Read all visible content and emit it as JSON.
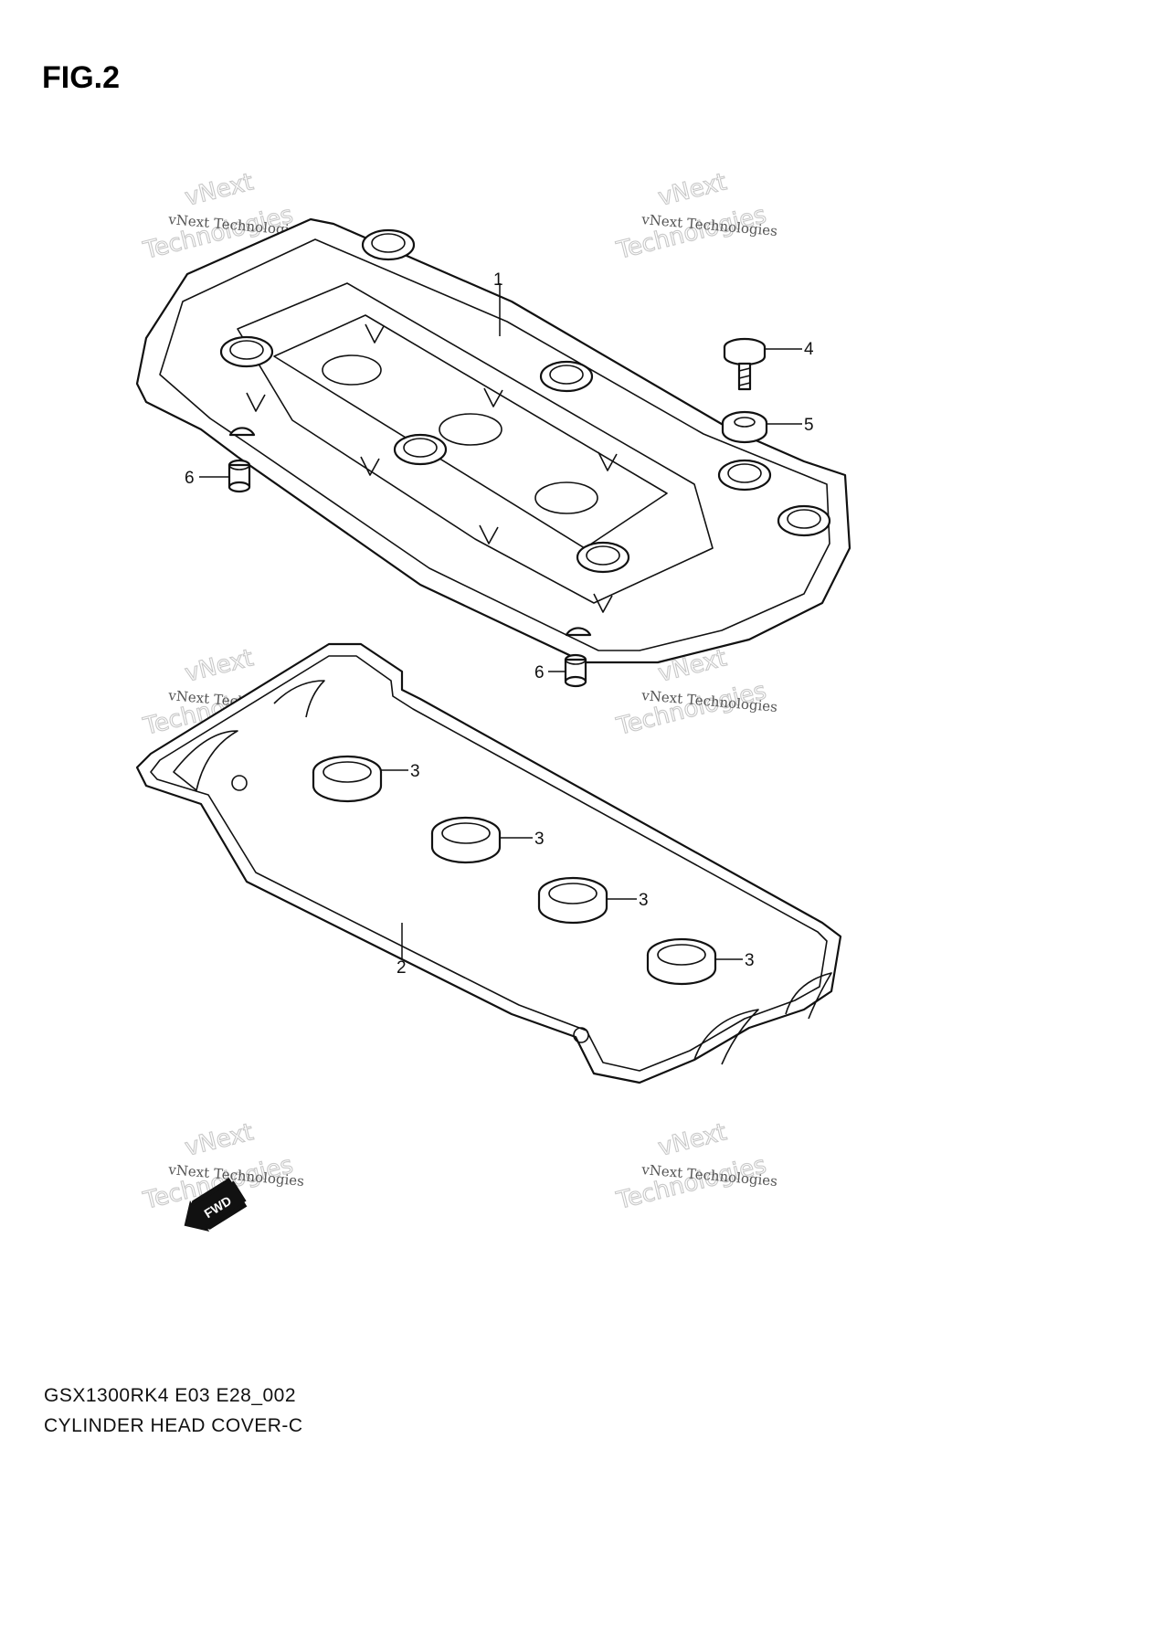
{
  "figure": {
    "title": "FIG.2"
  },
  "footer": {
    "model_code": "GSX1300RK4 E03 E28_002",
    "diagram_name": "CYLINDER HEAD COVER-C"
  },
  "callouts": {
    "cover": "1",
    "gasket": "2",
    "plug_gasket": "3",
    "bolt": "4",
    "washer": "5",
    "dowel": "6"
  },
  "watermark": {
    "small": "vNext Technologies",
    "big_top": "vNext",
    "big_bottom": "Technologies"
  },
  "fwd_label": "FWD"
}
